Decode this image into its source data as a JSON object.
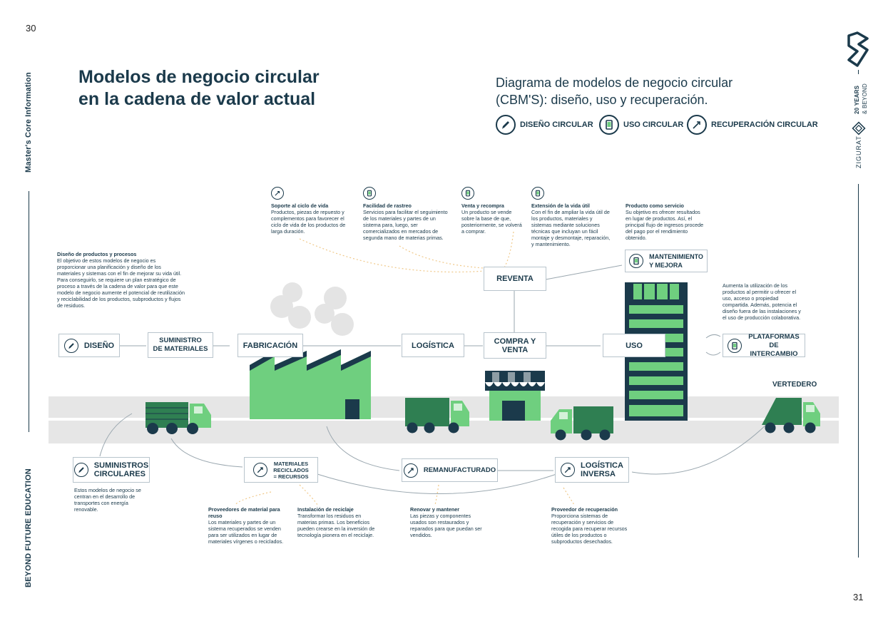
{
  "page": {
    "left_number": "30",
    "right_number": "31"
  },
  "side": {
    "top_label": "Master's Core Information",
    "bottom_label": "BEYOND FUTURE EDUCATION"
  },
  "brand": {
    "years": "20 YEARS",
    "beyond": "& BEYOND",
    "zigurat": "ZIGURAT"
  },
  "header": {
    "title_line1": "Modelos de negocio circular",
    "title_line2": "en la cadena de valor actual",
    "subtitle_line1": "Diagrama de modelos de negocio circular",
    "subtitle_line2": "(CBM'S): diseño, uso y recuperación."
  },
  "legend": [
    {
      "label": "DISEÑO CIRCULAR",
      "icon": "pencil-icon"
    },
    {
      "label": "USO CIRCULAR",
      "icon": "phone-icon"
    },
    {
      "label": "RECUPERACIÓN CIRCULAR",
      "icon": "arrow-icon"
    }
  ],
  "boxes": {
    "diseno": "DISEÑO",
    "suministro": "SUMINISTRO\nDE MATERIALES",
    "fabricacion": "FABRICACIÓN",
    "logistica": "LOGÍSTICA",
    "compra": "COMPRA Y\nVENTA",
    "uso": "USO",
    "plataformas": "PLATAFORMAS DE\nINTERCAMBIO",
    "reventa": "REVENTA",
    "mantenimiento": "MANTENIMIENTO\nY MEJORA",
    "suministros_circulares": "SUMINISTROS\nCIRCULARES",
    "materiales_reciclados": "MATERIALES\nRECICLADOS\n= RECURSOS",
    "remanufacturado": "REMANUFACTURADO",
    "logistica_inversa": "LOGÍSTICA\nINVERSA"
  },
  "vertedero": "VERTEDERO",
  "descriptions": {
    "diseno_productos": {
      "title": "Diseño de productos y procesos",
      "text": "El objetivo de estos modelos de negocio es proporcionar una planificación y diseño de los materiales y sistemas con el fin de mejorar su vida útil. Para conseguirlo, se requiere un plan estratégico de proceso a través de la cadena de valor para que este modelo de negocio aumente el potencial de reutilización y reciclabilidad de los productos, subproductos y flujos de residuos."
    },
    "soporte": {
      "title": "Soporte al ciclo de vida",
      "text": "Productos, piezas de repuesto y complementos para favorecer el ciclo de vida de los productos de larga duración."
    },
    "rastreo": {
      "title": "Facilidad de rastreo",
      "text": "Servicios para facilitar el seguimiento de los materiales y partes de un sistema para, luego, ser comercializados en mercados de segunda mano de materias primas."
    },
    "venta_recompra": {
      "title": "Venta y recompra",
      "text": "Un producto se vende sobre la base de que, posteriormente, se volverá a comprar."
    },
    "extension": {
      "title": "Extensión de la vida útil",
      "text": "Con el fin de ampliar la vida útil de los productos, materiales y sistemas mediante soluciones técnicas que incluyan un fácil montaje y desmontaje, reparación, y mantenimiento."
    },
    "producto_servicio": {
      "title": "Producto como servicio",
      "text": "Su objetivo es ofrecer resultados en lugar de productos. Así, el principal flujo de ingresos procede del pago por el rendimiento obtenido."
    },
    "plataformas_desc": {
      "title": "",
      "text": "Aumenta la utilización de los productos al permitir u ofrecer el uso, acceso o propiedad compartida. Además, potencia el diseño fuera de las instalaciones y el uso de producción colaborativa."
    },
    "suministros_desc": {
      "title": "",
      "text": "Estos modelos de negocio se centran en el desarrollo de transportes con energía renovable."
    },
    "proveedores": {
      "title": "Proveedores de material para reuso",
      "text": "Los materiales y partes de un sistema recuperados se venden para ser utilizados en lugar de materiales vírgenes o reciclados."
    },
    "instalacion": {
      "title": "Instalación de reciclaje",
      "text": "Transformar los residuos en materias primas. Los beneficios pueden crearse en la inversión de tecnología pionera en el reciclaje."
    },
    "renovar": {
      "title": "Renovar y mantener",
      "text": "Las piezas y componentes usados son restaurados y reparados para que puedan ser vendidos."
    },
    "proveedor_recuperacion": {
      "title": "Proveedor de recuperación",
      "text": "Proporciona sistemas de recuperación y servicios de recogida para recuperar recursos útiles de los productos o subproductos desechados."
    }
  },
  "colors": {
    "navy": "#1b3a4b",
    "green": "#6fcf7f",
    "dark_green": "#2f7f52",
    "road": "#e5e5e5",
    "line": "#b8c4cc",
    "dotted": "#f3d49a"
  }
}
